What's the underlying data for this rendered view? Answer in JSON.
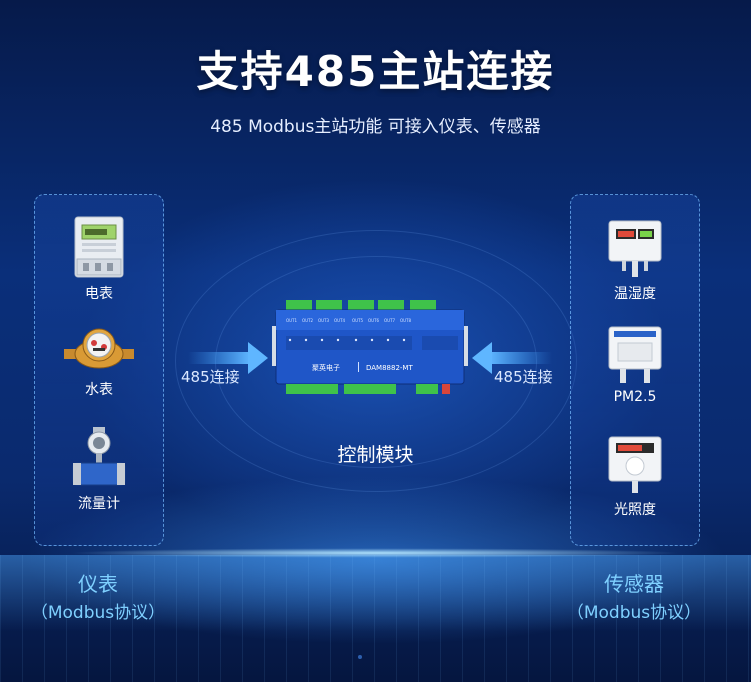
{
  "title": "支持485主站连接",
  "subtitle": "485 Modbus主站功能  可接入仪表、传感器",
  "left_panel": {
    "items": [
      {
        "label": "电表",
        "icon": "electric-meter-icon"
      },
      {
        "label": "水表",
        "icon": "water-meter-icon"
      },
      {
        "label": "流量计",
        "icon": "flow-meter-icon"
      }
    ],
    "group_title": "仪表",
    "group_protocol": "（Modbus协议）"
  },
  "right_panel": {
    "items": [
      {
        "label": "温湿度",
        "icon": "temp-humidity-sensor-icon"
      },
      {
        "label": "PM2.5",
        "icon": "pm25-sensor-icon"
      },
      {
        "label": "光照度",
        "icon": "light-sensor-icon"
      }
    ],
    "group_title": "传感器",
    "group_protocol": "（Modbus协议）"
  },
  "connection": {
    "left_label": "485连接",
    "right_label": "485连接",
    "arrow_color": "#3fa0ff"
  },
  "module": {
    "label": "控制模块",
    "brand": "聚英电子",
    "model": "DAM8882-MT",
    "body_color": "#1f56c8",
    "terminal_color": "#3fc24a"
  },
  "colors": {
    "accent": "#7fd0ff",
    "background": "#0a2f7a"
  }
}
